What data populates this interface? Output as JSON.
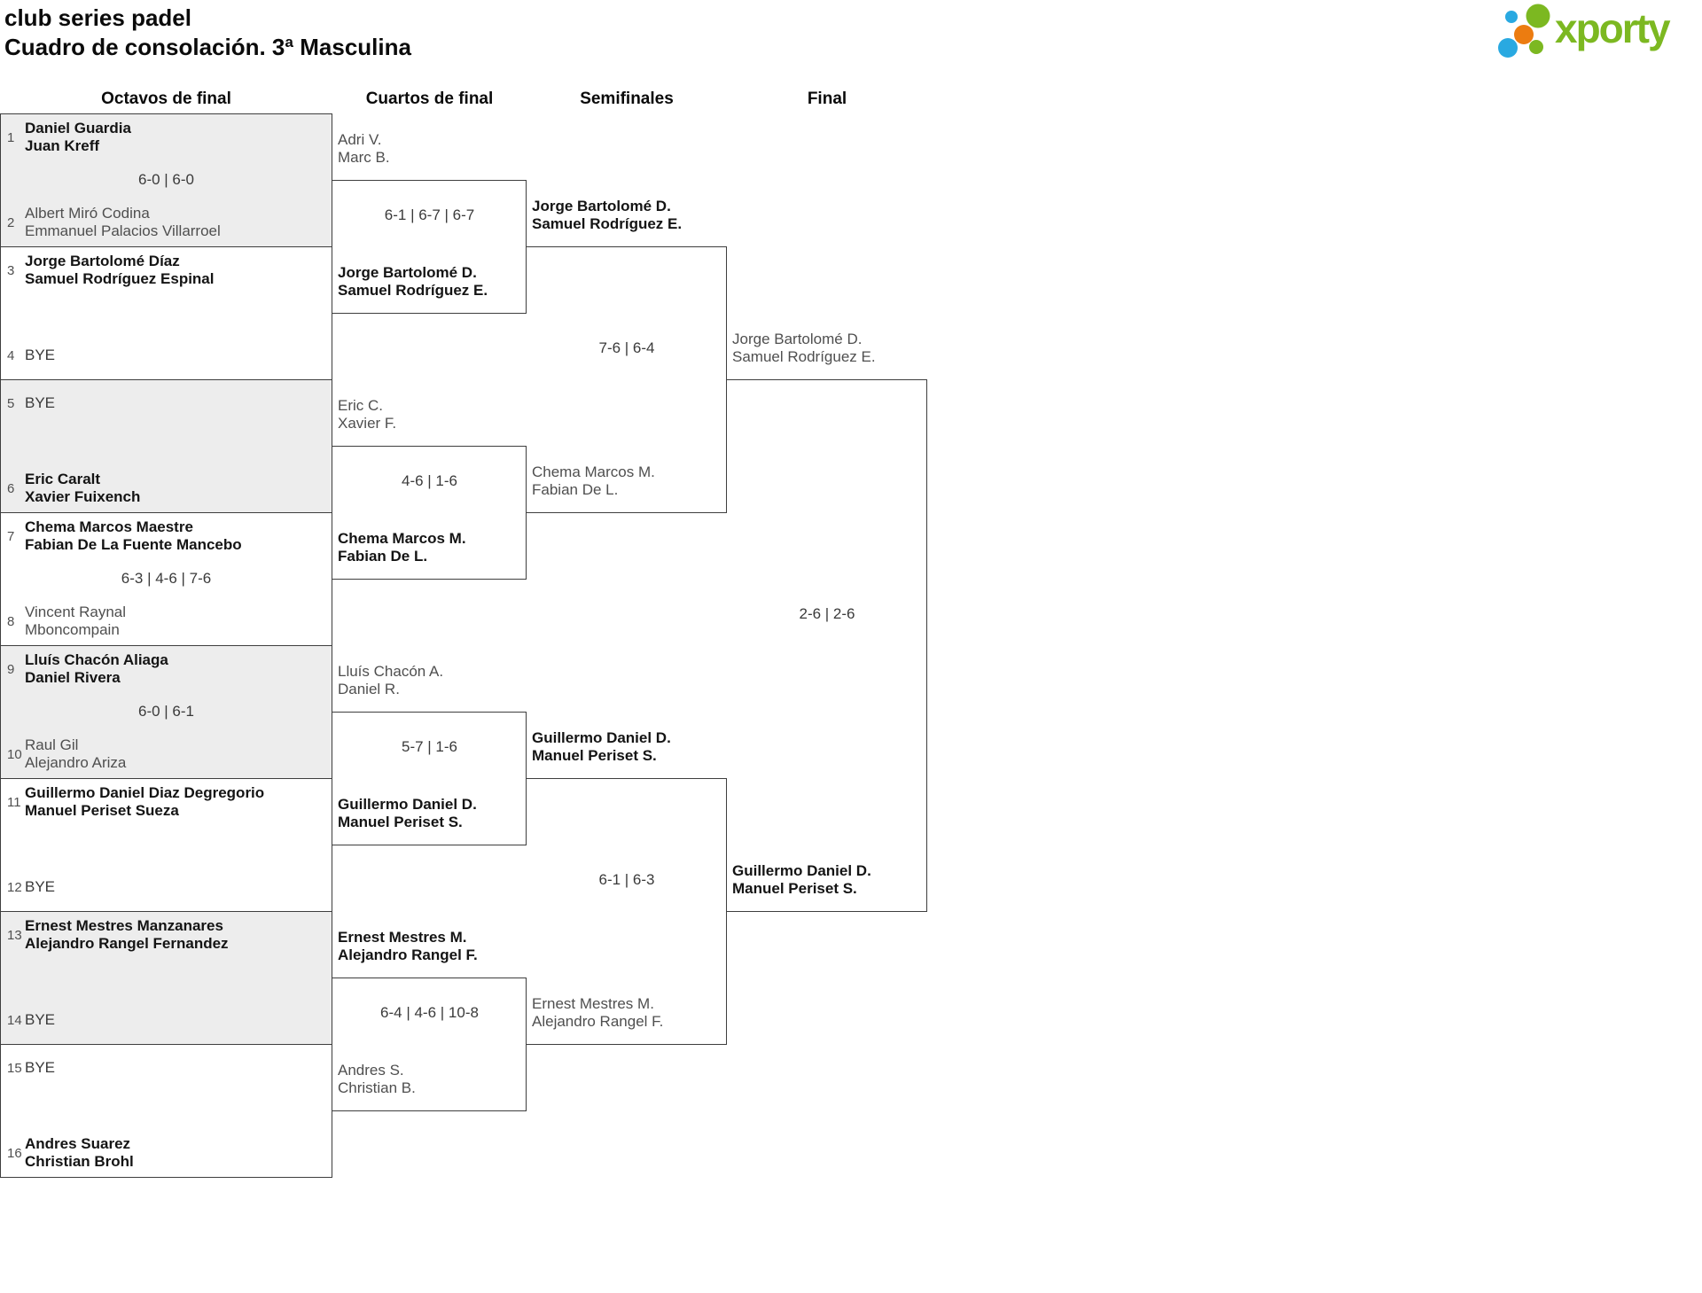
{
  "title": {
    "line1": "club series padel",
    "line2": "Cuadro de consolación. 3ª Masculina"
  },
  "logo": {
    "text": "xporty",
    "green": "#7cb821",
    "blue": "#29a9e1",
    "orange": "#ec7c10"
  },
  "rounds": [
    "Octavos de final",
    "Cuartos de final",
    "Semifinales",
    "Final"
  ],
  "r16": [
    {
      "seed1": "1",
      "t1": [
        "Daniel Guardia",
        "Juan Kreff"
      ],
      "w1": true,
      "score": "6-0 | 6-0",
      "seed2": "2",
      "t2": [
        "Albert Miró Codina",
        "Emmanuel Palacios Villarroel"
      ],
      "w2": false
    },
    {
      "seed1": "3",
      "t1": [
        "Jorge Bartolomé Díaz",
        "Samuel Rodríguez Espinal"
      ],
      "w1": true,
      "seed2": "4",
      "bye2": "BYE"
    },
    {
      "seed1": "5",
      "bye1": "BYE",
      "seed2": "6",
      "t2": [
        "Eric Caralt",
        "Xavier Fuixench"
      ],
      "w2": true
    },
    {
      "seed1": "7",
      "t1": [
        "Chema Marcos Maestre",
        "Fabian De La Fuente Mancebo"
      ],
      "w1": true,
      "score": "6-3 | 4-6 | 7-6",
      "seed2": "8",
      "t2": [
        "Vincent Raynal",
        "Mboncompain"
      ],
      "w2": false
    },
    {
      "seed1": "9",
      "t1": [
        "Lluís Chacón Aliaga",
        "Daniel Rivera"
      ],
      "w1": true,
      "score": "6-0 | 6-1",
      "seed2": "10",
      "t2": [
        "Raul Gil",
        "Alejandro Ariza"
      ],
      "w2": false
    },
    {
      "seed1": "11",
      "t1": [
        "Guillermo Daniel Diaz Degregorio",
        "Manuel Periset Sueza"
      ],
      "w1": true,
      "seed2": "12",
      "bye2": "BYE"
    },
    {
      "seed1": "13",
      "t1": [
        "Ernest Mestres Manzanares",
        "Alejandro Rangel Fernandez"
      ],
      "w1": true,
      "seed2": "14",
      "bye2": "BYE"
    },
    {
      "seed1": "15",
      "bye1": "BYE",
      "seed2": "16",
      "t2": [
        "Andres Suarez",
        "Christian Brohl"
      ],
      "w2": true
    }
  ],
  "qf": [
    {
      "t1": [
        "Adri V.",
        "Marc B."
      ],
      "w1": false,
      "score": "6-1 | 6-7 | 6-7",
      "t2": [
        "Jorge Bartolomé D.",
        "Samuel Rodríguez E."
      ],
      "w2": true
    },
    {
      "t1": [
        "Eric C.",
        "Xavier F."
      ],
      "w1": false,
      "score": "4-6 | 1-6",
      "t2": [
        "Chema Marcos M.",
        "Fabian De L."
      ],
      "w2": true
    },
    {
      "t1": [
        "Lluís Chacón A.",
        "Daniel R."
      ],
      "w1": false,
      "score": "5-7 | 1-6",
      "t2": [
        "Guillermo Daniel D.",
        "Manuel Periset S."
      ],
      "w2": true
    },
    {
      "t1": [
        "Ernest Mestres M.",
        "Alejandro Rangel F."
      ],
      "w1": true,
      "score": "6-4 | 4-6 | 10-8",
      "t2": [
        "Andres S.",
        "Christian B."
      ],
      "w2": false
    }
  ],
  "sf": [
    {
      "t1": [
        "Jorge Bartolomé D.",
        "Samuel Rodríguez E."
      ],
      "w1": true,
      "score": "7-6 | 6-4",
      "t2": [
        "Chema Marcos M.",
        "Fabian De L."
      ],
      "w2": false
    },
    {
      "t1": [
        "Guillermo Daniel D.",
        "Manuel Periset S."
      ],
      "w1": true,
      "score": "6-1 | 6-3",
      "t2": [
        "Ernest Mestres M.",
        "Alejandro Rangel F."
      ],
      "w2": false
    }
  ],
  "final": {
    "t1": [
      "Jorge Bartolomé D.",
      "Samuel Rodríguez E."
    ],
    "w1": false,
    "score": "2-6 | 2-6",
    "t2": [
      "Guillermo Daniel D.",
      "Manuel Periset S."
    ],
    "w2": true
  }
}
